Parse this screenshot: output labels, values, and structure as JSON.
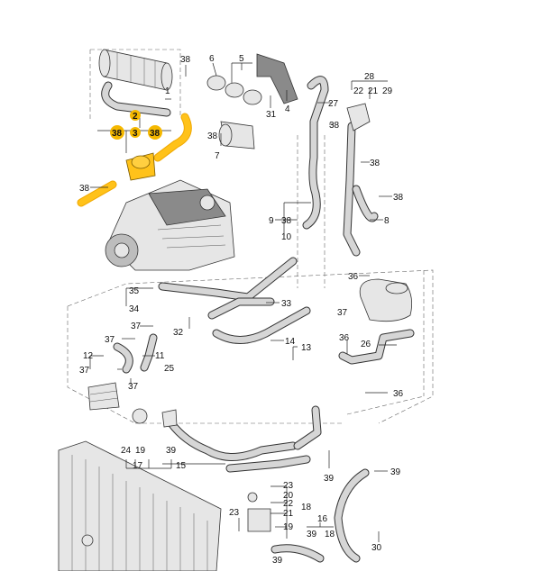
{
  "callouts": [
    {
      "id": "c38a",
      "text": "38"
    },
    {
      "id": "c6",
      "text": "6"
    },
    {
      "id": "c5",
      "text": "5"
    },
    {
      "id": "c1",
      "text": "1"
    },
    {
      "id": "c4",
      "text": "4"
    },
    {
      "id": "c31",
      "text": "31"
    },
    {
      "id": "c27",
      "text": "27"
    },
    {
      "id": "c28",
      "text": "28"
    },
    {
      "id": "c22a",
      "text": "22"
    },
    {
      "id": "c21a",
      "text": "21"
    },
    {
      "id": "c29",
      "text": "29"
    },
    {
      "id": "c2",
      "text": "2"
    },
    {
      "id": "c38b",
      "text": "38"
    },
    {
      "id": "c3",
      "text": "3"
    },
    {
      "id": "c38c",
      "text": "38"
    },
    {
      "id": "c38d",
      "text": "38"
    },
    {
      "id": "c7",
      "text": "7"
    },
    {
      "id": "c38e",
      "text": "38"
    },
    {
      "id": "c38f",
      "text": "38"
    },
    {
      "id": "c38g",
      "text": "38"
    },
    {
      "id": "c38h",
      "text": "38"
    },
    {
      "id": "c9",
      "text": "9"
    },
    {
      "id": "c38i",
      "text": "38"
    },
    {
      "id": "c10",
      "text": "10"
    },
    {
      "id": "c8",
      "text": "8"
    },
    {
      "id": "c36a",
      "text": "36"
    },
    {
      "id": "c35",
      "text": "35"
    },
    {
      "id": "c34",
      "text": "34"
    },
    {
      "id": "c33",
      "text": "33"
    },
    {
      "id": "c32",
      "text": "32"
    },
    {
      "id": "c37a",
      "text": "37"
    },
    {
      "id": "c37b",
      "text": "37"
    },
    {
      "id": "c37c",
      "text": "37"
    },
    {
      "id": "c12",
      "text": "12"
    },
    {
      "id": "c11",
      "text": "11"
    },
    {
      "id": "c37d",
      "text": "37"
    },
    {
      "id": "c25",
      "text": "25"
    },
    {
      "id": "c37e",
      "text": "37"
    },
    {
      "id": "c14",
      "text": "14"
    },
    {
      "id": "c13",
      "text": "13"
    },
    {
      "id": "c36b",
      "text": "36"
    },
    {
      "id": "c26",
      "text": "26"
    },
    {
      "id": "c36c",
      "text": "36"
    },
    {
      "id": "c24",
      "text": "24"
    },
    {
      "id": "c19a",
      "text": "19"
    },
    {
      "id": "c39a",
      "text": "39"
    },
    {
      "id": "c17",
      "text": "17"
    },
    {
      "id": "c15",
      "text": "15"
    },
    {
      "id": "c39b",
      "text": "39"
    },
    {
      "id": "c39c",
      "text": "39"
    },
    {
      "id": "c23a",
      "text": "23"
    },
    {
      "id": "c20",
      "text": "20"
    },
    {
      "id": "c22b",
      "text": "22"
    },
    {
      "id": "c21b",
      "text": "21"
    },
    {
      "id": "c18a",
      "text": "18"
    },
    {
      "id": "c23b",
      "text": "23"
    },
    {
      "id": "c19b",
      "text": "19"
    },
    {
      "id": "c16",
      "text": "16"
    },
    {
      "id": "c39d",
      "text": "39"
    },
    {
      "id": "c18b",
      "text": "18"
    },
    {
      "id": "c39e",
      "text": "39"
    },
    {
      "id": "c30",
      "text": "30"
    }
  ],
  "highlight_color": "#f5b800"
}
